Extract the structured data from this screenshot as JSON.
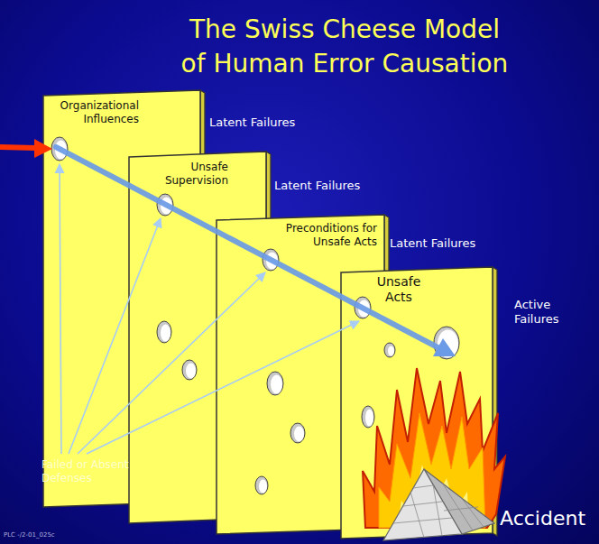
{
  "diagram": {
    "title": "The Swiss Cheese Model of Human Error Causation",
    "nodes": [
      {
        "text": [
          "Organizational Influences"
        ]
      },
      {
        "text": [
          "Unsafe Supervision"
        ]
      },
      {
        "text": [
          "Preconditions for Unsafe Acts"
        ]
      },
      {
        "text": [
          "Unsafe Acts"
        ]
      }
    ],
    "labels": [
      "Latent Failures",
      "Latent Failures",
      "Latent Failures",
      "Active Failures",
      "Failed or Absent Defenses",
      "Accident",
      "PLC -/2-01_025c"
    ]
  }
}
